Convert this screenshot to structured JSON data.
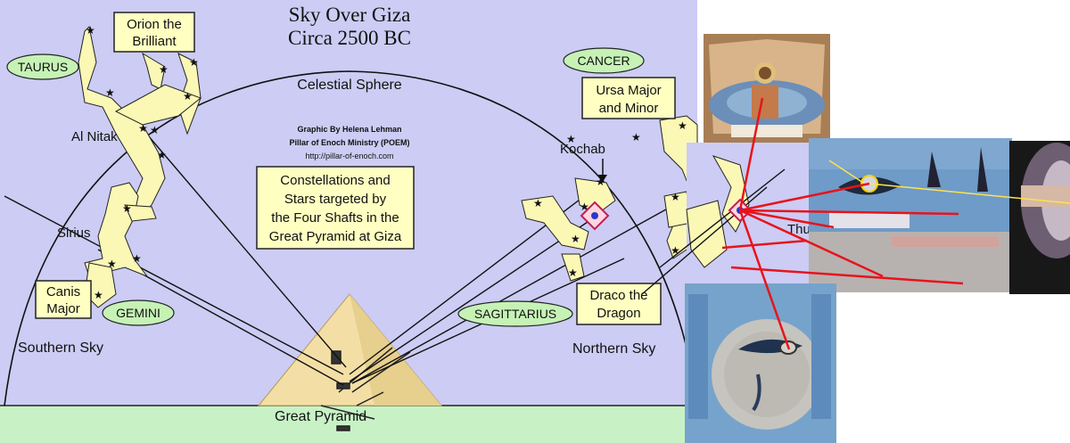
{
  "title": {
    "line1": "Sky Over Giza",
    "line2": "Circa 2500 BC"
  },
  "credit": {
    "line1": "Graphic By Helena Lehman",
    "line2": "Pillar of Enoch Ministry (POEM)",
    "line3": "http://pillar-of-enoch.com"
  },
  "info_box": {
    "lines": [
      "Constellations and",
      "Stars targeted by",
      "the Four Shafts in the",
      "Great Pyramid at Giza"
    ]
  },
  "labels": {
    "celestial_sphere": "Celestial Sphere",
    "southern_sky": "Southern Sky",
    "northern_sky": "Northern Sky",
    "great_pyramid": "Great Pyramid",
    "al_nitak": "Al Nitak",
    "sirius": "Sirius",
    "kochab": "Kochab",
    "thuban_partial": "Thu"
  },
  "boxed_labels": {
    "orion": [
      "Orion the",
      "Brilliant"
    ],
    "canis_major": [
      "Canis",
      "Major"
    ],
    "ursa": [
      "Ursa Major",
      "and Minor"
    ],
    "draco": [
      "Draco the",
      "Dragon"
    ]
  },
  "zodiac": {
    "taurus": "TAURUS",
    "gemini": "GEMINI",
    "cancer": "CANCER",
    "sagittarius": "SAGITTARIUS"
  },
  "colors": {
    "sky": "#ccccf4",
    "ground": "#c8f2c6",
    "constellation_fill": "#fbf8b6",
    "label_box": "#ffffc2",
    "zodiac_ellipse": "#c6f2b6",
    "pyramid": "#f3dfa6",
    "red_line": "#e8131b",
    "fresco_blue": "#6f9bc8"
  }
}
